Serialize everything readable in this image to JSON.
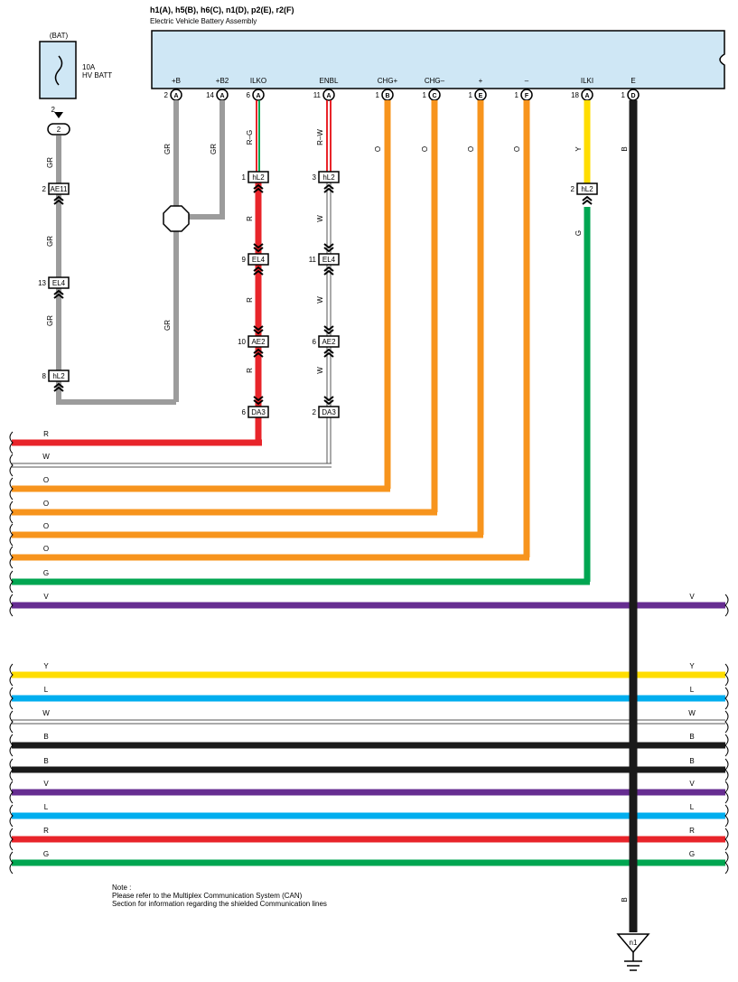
{
  "header": {
    "connectors": "h1(A), h5(B), h6(C), n1(D), p2(E), r2(F)",
    "component": "Electric Vehicle Battery Assembly"
  },
  "fuse": {
    "label": "(BAT)",
    "rating": "10A",
    "name": "HV BATT",
    "terminal": "2",
    "ground_ref": "2"
  },
  "terminals": [
    {
      "name": "+B",
      "pin": "2",
      "conn": "A",
      "wire": "GR",
      "color": "#9c9c9c"
    },
    {
      "name": "+B2",
      "pin": "14",
      "conn": "A",
      "wire": "GR",
      "color": "#9c9c9c"
    },
    {
      "name": "ILKO",
      "pin": "6",
      "conn": "A",
      "wire": "R–G",
      "color": "#e8242a"
    },
    {
      "name": "ENBL",
      "pin": "11",
      "conn": "A",
      "wire": "R–W",
      "color": "#e8242a"
    },
    {
      "name": "CHG+",
      "pin": "1",
      "conn": "B",
      "wire": "O",
      "color": "#f7941d"
    },
    {
      "name": "CHG–",
      "pin": "1",
      "conn": "C",
      "wire": "O",
      "color": "#f7941d"
    },
    {
      "name": "+",
      "pin": "1",
      "conn": "E",
      "wire": "O",
      "color": "#f7941d"
    },
    {
      "name": "–",
      "pin": "1",
      "conn": "F",
      "wire": "O",
      "color": "#f7941d"
    },
    {
      "name": "ILKI",
      "pin": "18",
      "conn": "A",
      "wire": "Y",
      "color": "#ffdd00"
    },
    {
      "name": "E",
      "pin": "1",
      "conn": "D",
      "wire": "B",
      "color": "#1a1a1a"
    }
  ],
  "fuse_path": {
    "connectors": [
      {
        "pin": "2",
        "name": "AE11"
      },
      {
        "pin": "13",
        "name": "EL4"
      },
      {
        "pin": "8",
        "name": "hL2"
      }
    ],
    "wire_labels": [
      "GR",
      "GR",
      "GR"
    ]
  },
  "plusb_path": {
    "wire_label": "GR",
    "plusb2_label": "GR"
  },
  "ilko_path": {
    "connectors": [
      {
        "pin": "1",
        "name": "hL2"
      },
      {
        "pin": "9",
        "name": "EL4"
      },
      {
        "pin": "10",
        "name": "AE2"
      },
      {
        "pin": "6",
        "name": "DA3"
      }
    ],
    "wire_labels": [
      "R",
      "R",
      "R"
    ]
  },
  "enbl_path": {
    "connectors": [
      {
        "pin": "3",
        "name": "hL2"
      },
      {
        "pin": "11",
        "name": "EL4"
      },
      {
        "pin": "6",
        "name": "AE2"
      },
      {
        "pin": "2",
        "name": "DA3"
      }
    ],
    "wire_labels": [
      "W",
      "W",
      "W"
    ]
  },
  "ilki_path": {
    "connector": {
      "pin": "2",
      "name": "hL2"
    },
    "wire_label": "G"
  },
  "bus_lines": [
    {
      "label": "R",
      "color": "#e8242a",
      "right_label": ""
    },
    {
      "label": "W",
      "color": "#ffffff",
      "right_label": ""
    },
    {
      "label": "O",
      "color": "#f7941d",
      "right_label": ""
    },
    {
      "label": "O",
      "color": "#f7941d",
      "right_label": ""
    },
    {
      "label": "O",
      "color": "#f7941d",
      "right_label": ""
    },
    {
      "label": "O",
      "color": "#f7941d",
      "right_label": ""
    },
    {
      "label": "G",
      "color": "#00a651",
      "right_label": ""
    },
    {
      "label": "V",
      "color": "#662d91",
      "right_label": "V"
    },
    {
      "label": "Y",
      "color": "#ffdd00",
      "right_label": "Y"
    },
    {
      "label": "L",
      "color": "#00aeef",
      "right_label": "L"
    },
    {
      "label": "W",
      "color": "#ffffff",
      "right_label": "W"
    },
    {
      "label": "B",
      "color": "#1a1a1a",
      "right_label": "B"
    },
    {
      "label": "B",
      "color": "#1a1a1a",
      "right_label": "B"
    },
    {
      "label": "V",
      "color": "#662d91",
      "right_label": "V"
    },
    {
      "label": "L",
      "color": "#00aeef",
      "right_label": "L"
    },
    {
      "label": "R",
      "color": "#e8242a",
      "right_label": "R"
    },
    {
      "label": "G",
      "color": "#00a651",
      "right_label": "G"
    }
  ],
  "ground": {
    "wire_label": "B",
    "name": "n1"
  },
  "note": {
    "title": "Note :",
    "line1": "Please refer to the Multiplex Communication System (CAN)",
    "line2": "Section for information regarding the shielded Communication lines"
  }
}
